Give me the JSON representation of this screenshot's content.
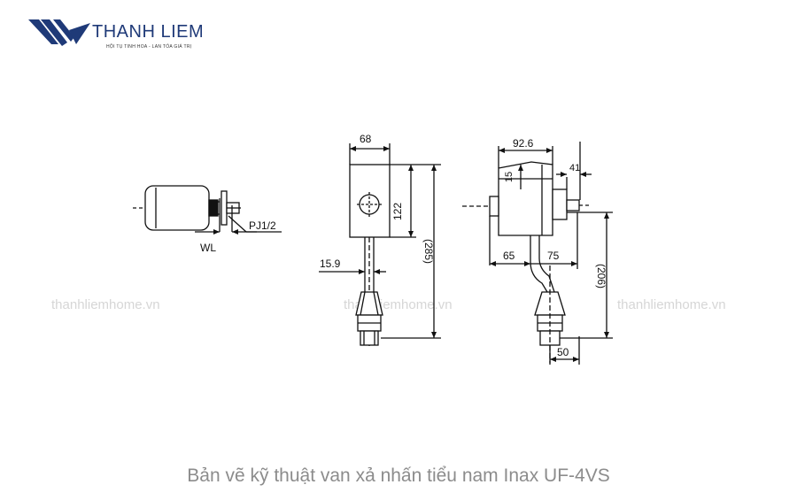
{
  "logo": {
    "name": "THANH LIEM",
    "tagline": "HỘI TỤ TINH HOA - LAN TỎA GIÁ TRỊ",
    "color": "#1f3a78"
  },
  "watermarks": [
    "thanhliemhome.vn",
    "thanhliemhome.vn",
    "thanhliemhome.vn"
  ],
  "drawing": {
    "plan_view": {
      "thread_label": "PJ1/2",
      "wl_label": "WL"
    },
    "front_view": {
      "width": "68",
      "height_upper": "122",
      "height_total": "(285)",
      "pipe_dia": "15.9"
    },
    "side_view": {
      "depth": "92.6",
      "offset_top": "15",
      "handle": "41",
      "left_dim": "65",
      "right_dim": "75",
      "height": "(206)",
      "bottom_dim": "50"
    }
  },
  "caption": "Bản vẽ kỹ thuật van xả nhấn tiểu nam Inax UF-4VS"
}
